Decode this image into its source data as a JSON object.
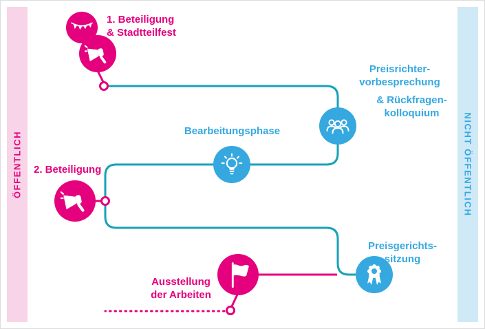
{
  "bands": {
    "left": {
      "label": "ÖFFENTLICH"
    },
    "right": {
      "label": "NICHT ÖFFENTLICH"
    }
  },
  "colors": {
    "pink": "#e5007d",
    "pinkLight": "#f8d4e8",
    "blue": "#35a8e0",
    "blueLight": "#cfe9f7",
    "teal": "#17a2b8",
    "background": "#ffffff",
    "border": "#dcdcdc"
  },
  "steps": {
    "participation1": {
      "line1": "1. Beteiligung",
      "line2": "& Stadtteilfest",
      "icons": [
        "bunting-icon",
        "megaphone-icon"
      ]
    },
    "juryBriefing": {
      "line1": "Preisrichter-",
      "line2": "vorbesprechung",
      "line3": "& Rückfragen-",
      "line4": "kolloquium",
      "icon": "jury-people-icon"
    },
    "workPhase": {
      "label": "Bearbeitungsphase",
      "icon": "lightbulb-icon"
    },
    "participation2": {
      "label": "2. Beteiligung",
      "icon": "megaphone-icon"
    },
    "jurySession": {
      "line1": "Preisgerichts-",
      "line2": "sitzung",
      "icon": "medal-rosette-icon"
    },
    "exhibition": {
      "line1": "Ausstellung",
      "line2": "der Arbeiten",
      "icon": "flag-icon"
    }
  }
}
